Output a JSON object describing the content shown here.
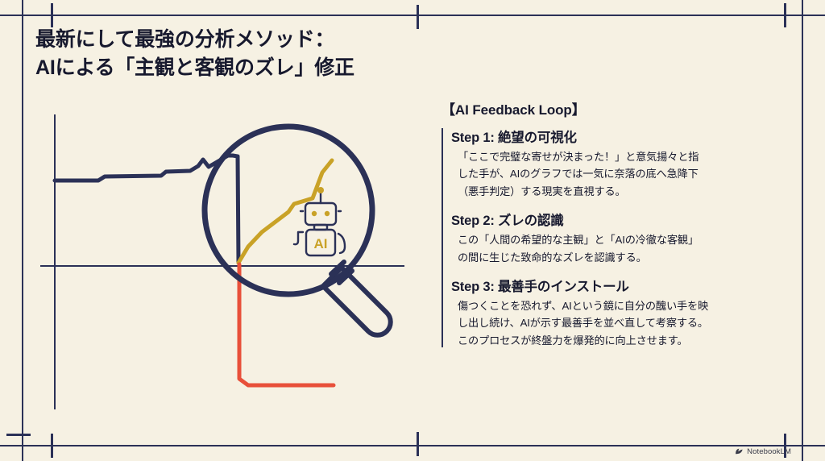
{
  "slide": {
    "background_color": "#F6F1E3",
    "ink_color": "#2B3157",
    "accent_gold": "#C9A227",
    "accent_red": "#E8503A",
    "title": "最新にして最強の分析メソッド：\nAIによる「主観と客観のズレ」修正"
  },
  "panel": {
    "heading": "【AI Feedback Loop】",
    "steps": [
      {
        "title": "Step 1: 絶望の可視化",
        "body": "「ここで完璧な寄せが決まった！」と意気揚々と指\nした手が、AIのグラフでは一気に奈落の底へ急降下\n（悪手判定）する現実を直視する。"
      },
      {
        "title": "Step 2: ズレの認識",
        "body": "この「人間の希望的な主観」と「AIの冷徹な客観」\nの間に生じた致命的なズレを認識する。"
      },
      {
        "title": "Step 3: 最善手のインストール",
        "body": "傷つくことを恐れず、AIという鏡に自分の醜い手を映\nし出し続け、AIが示す最善手を並べ直して考察する。\nこのプロセスが終盤力を爆発的に向上させます。"
      }
    ]
  },
  "illustration": {
    "robot_label": "AI",
    "series": [
      {
        "name": "human-evaluation-line",
        "color": "#2B3157"
      },
      {
        "name": "ai-evaluation-line",
        "color": "#C9A227"
      },
      {
        "name": "blunder-drop-line",
        "color": "#E8503A"
      }
    ]
  },
  "footer": {
    "brand": "NotebookLM"
  }
}
